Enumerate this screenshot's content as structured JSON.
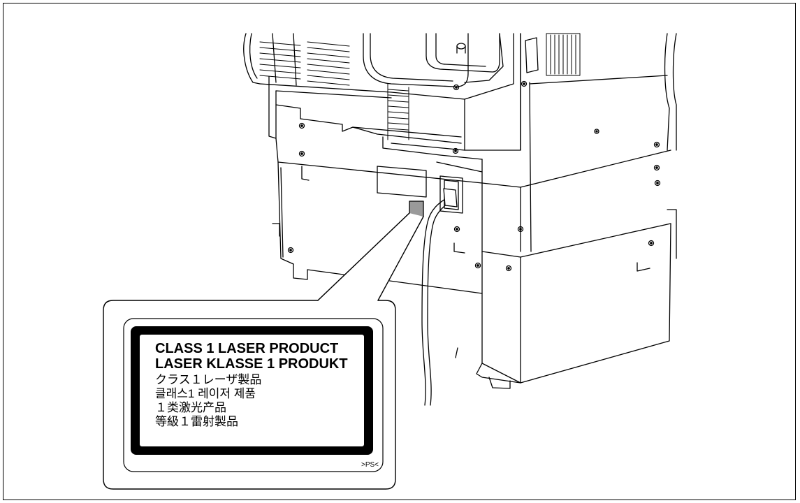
{
  "laser_label": {
    "lines": [
      "CLASS 1  LASER PRODUCT",
      "LASER KLASSE 1 PRODUKT",
      "クラス１レーザ製品",
      "클래스1 레이저 제품",
      "１类激光产品",
      "等級１雷射製品"
    ],
    "mark": ">PS<"
  }
}
